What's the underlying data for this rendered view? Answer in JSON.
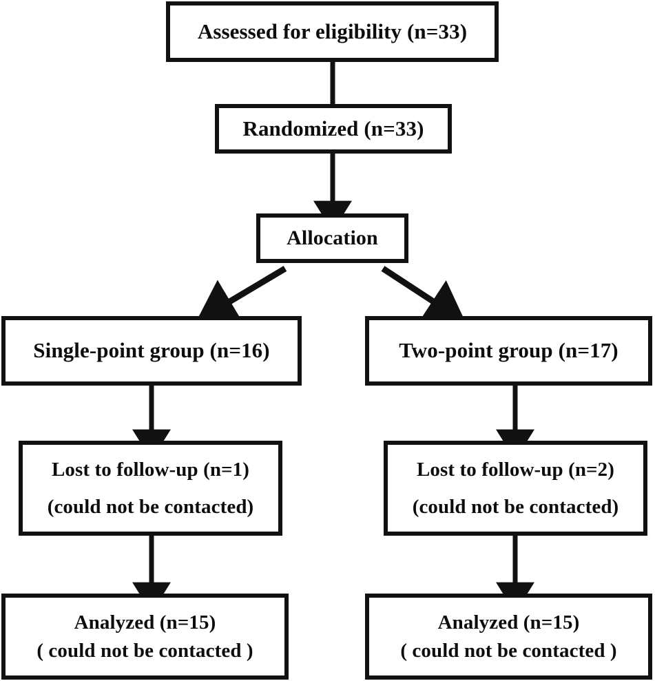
{
  "diagram": {
    "type": "consort-flow-diagram",
    "colors": {
      "stroke": "#111111",
      "text": "#0d0d0d",
      "background": "#ffffff"
    },
    "nodes": {
      "assessed": {
        "lines": [
          "Assessed for eligibility (n=33)"
        ]
      },
      "randomized": {
        "lines": [
          "Randomized (n=33)"
        ]
      },
      "allocation": {
        "lines": [
          "Allocation"
        ]
      },
      "group_left": {
        "lines": [
          "Single-point group (n=16)"
        ]
      },
      "group_right": {
        "lines": [
          "Two-point group (n=17)"
        ]
      },
      "lost_left": {
        "lines": [
          "Lost to follow-up (n=1)",
          "(could not be contacted)"
        ]
      },
      "lost_right": {
        "lines": [
          "Lost to follow-up (n=2)",
          "(could not be contacted)"
        ]
      },
      "analyzed_left": {
        "lines": [
          "Analyzed (n=15)",
          "( could not be contacted )"
        ]
      },
      "analyzed_right": {
        "lines": [
          "Analyzed (n=15)",
          "( could not be contacted )"
        ]
      }
    },
    "connectors": [
      {
        "name": "assessed-to-randomized",
        "style": "plain-line",
        "from": "assessed",
        "to": "randomized"
      },
      {
        "name": "randomized-to-allocation",
        "style": "arrow",
        "from": "randomized",
        "to": "allocation"
      },
      {
        "name": "allocation-to-group-left",
        "style": "diagonal-arrow",
        "from": "allocation",
        "to": "group_left"
      },
      {
        "name": "allocation-to-group-right",
        "style": "diagonal-arrow",
        "from": "allocation",
        "to": "group_right"
      },
      {
        "name": "group-left-to-lost-left",
        "style": "arrow",
        "from": "group_left",
        "to": "lost_left"
      },
      {
        "name": "group-right-to-lost-right",
        "style": "arrow",
        "from": "group_right",
        "to": "lost_right"
      },
      {
        "name": "lost-left-to-analyzed-left",
        "style": "arrow",
        "from": "lost_left",
        "to": "analyzed_left"
      },
      {
        "name": "lost-right-to-analyzed-right",
        "style": "arrow",
        "from": "lost_right",
        "to": "analyzed_right"
      }
    ]
  }
}
